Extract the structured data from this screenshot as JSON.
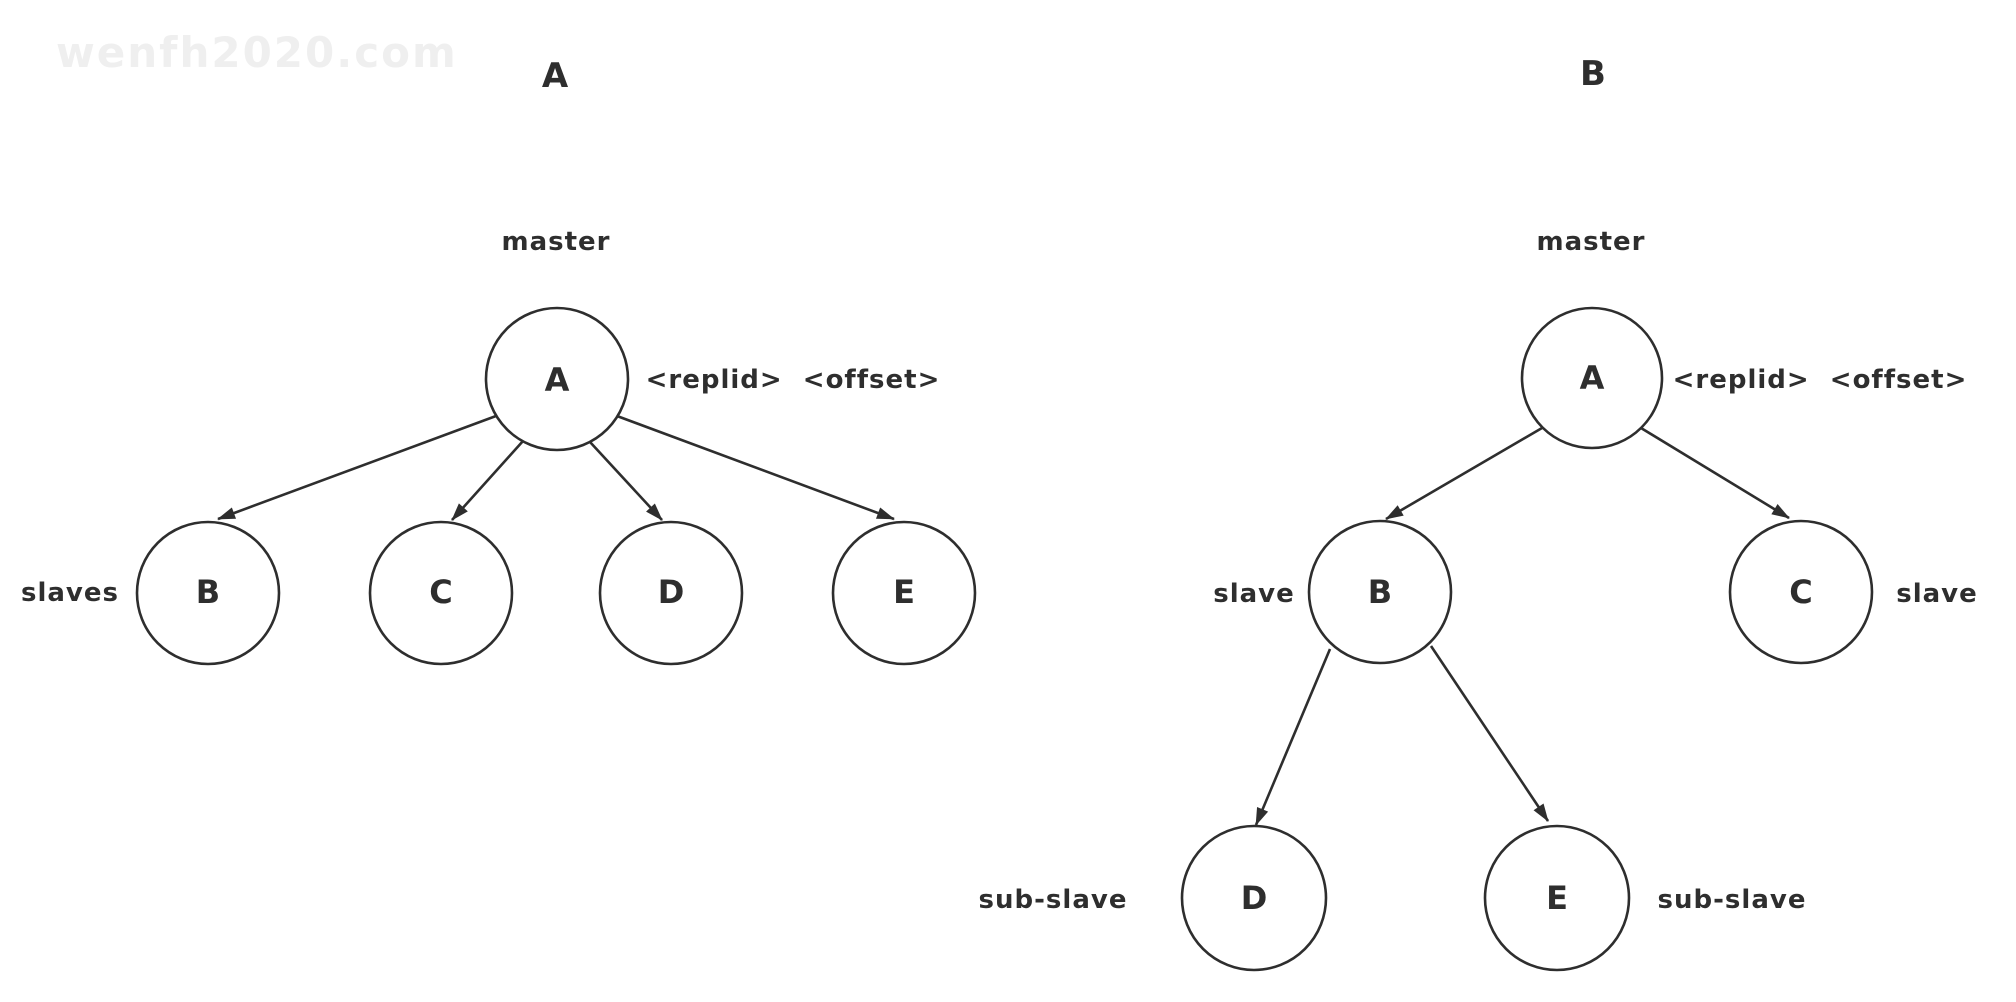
{
  "watermark": "wenfh2020.com",
  "colors": {
    "background": "#ffffff",
    "stroke": "#2e2e2e",
    "text": "#2e2e2e",
    "watermark": "#efefef"
  },
  "diagram_a": {
    "title": "A",
    "labels": {
      "master": "master",
      "replid": "<replid>  <offset>",
      "slaves": "slaves"
    },
    "nodes": {
      "master": "A",
      "slave1": "B",
      "slave2": "C",
      "slave3": "D",
      "slave4": "E"
    }
  },
  "diagram_b": {
    "title": "B",
    "labels": {
      "master": "master",
      "replid": "<replid>  <offset>",
      "slave_left": "slave",
      "slave_right": "slave",
      "sub_slave_left": "sub-slave",
      "sub_slave_right": "sub-slave"
    },
    "nodes": {
      "master": "A",
      "slave_left": "B",
      "slave_right": "C",
      "sub_left": "D",
      "sub_right": "E"
    }
  }
}
